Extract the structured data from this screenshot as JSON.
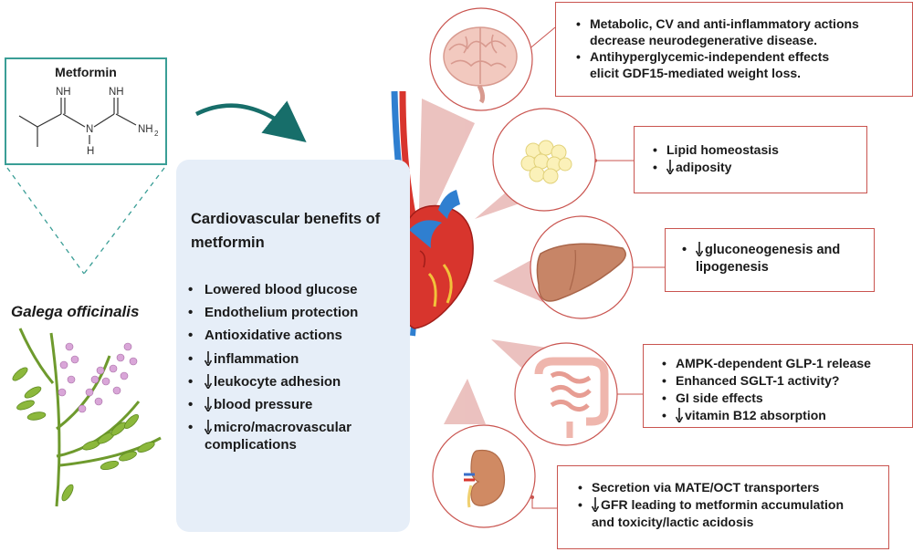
{
  "molecule": {
    "title": "Metformin",
    "atoms": {
      "nh_left": "NH",
      "nh_right": "NH",
      "n": "N",
      "h": "H",
      "nh2": "NH",
      "nh2_sub": "2"
    }
  },
  "plant": {
    "name": "Galega officinalis"
  },
  "benefits": {
    "title": "Cardiovascular benefits of metformin",
    "items": [
      "Lowered blood glucose",
      "Endothelium protection",
      "Antioxidative actions",
      "inflammation",
      "leukocyte adhesion",
      "blood pressure",
      "micro/macrovascular complications"
    ],
    "down_arrow_items": [
      3,
      4,
      5,
      6
    ]
  },
  "organs": {
    "brain": {
      "icon": "brain-icon",
      "lines": [
        {
          "text": "Metabolic, CV and anti-inflammatory actions",
          "cont": "decrease neurodegenerative disease."
        },
        {
          "text": "Antihyperglycemic-independent effects",
          "cont": "elicit   GDF15-mediated weight loss."
        }
      ]
    },
    "adipose": {
      "icon": "fat-cells-icon",
      "lines": [
        {
          "text": "Lipid homeostasis",
          "down": false
        },
        {
          "text": "adiposity",
          "down": true
        }
      ]
    },
    "liver": {
      "icon": "liver-icon",
      "lines": [
        {
          "text": "gluconeogenesis and",
          "down": true,
          "cont": "lipogenesis"
        }
      ]
    },
    "gut": {
      "icon": "intestine-icon",
      "lines": [
        {
          "text": "AMPK-dependent GLP-1 release",
          "down": false
        },
        {
          "text": "Enhanced SGLT-1 activity?",
          "down": false
        },
        {
          "text": "GI side effects",
          "down": false
        },
        {
          "text": "vitamin B12 absorption",
          "down": true
        }
      ]
    },
    "kidney": {
      "icon": "kidney-icon",
      "lines": [
        {
          "text": "Secretion via MATE/OCT transporters",
          "down": false
        },
        {
          "text": "GFR leading to metformin accumulation",
          "down": true,
          "cont": "and toxicity/lactic acidosis"
        }
      ]
    }
  },
  "colors": {
    "teal": "#3a9e96",
    "panel": "#e6eef8",
    "callout_border": "#c9544f",
    "callout_fill": "#e8b7b4",
    "heart_red": "#d8352d",
    "vessel_blue": "#2f7fd0"
  }
}
